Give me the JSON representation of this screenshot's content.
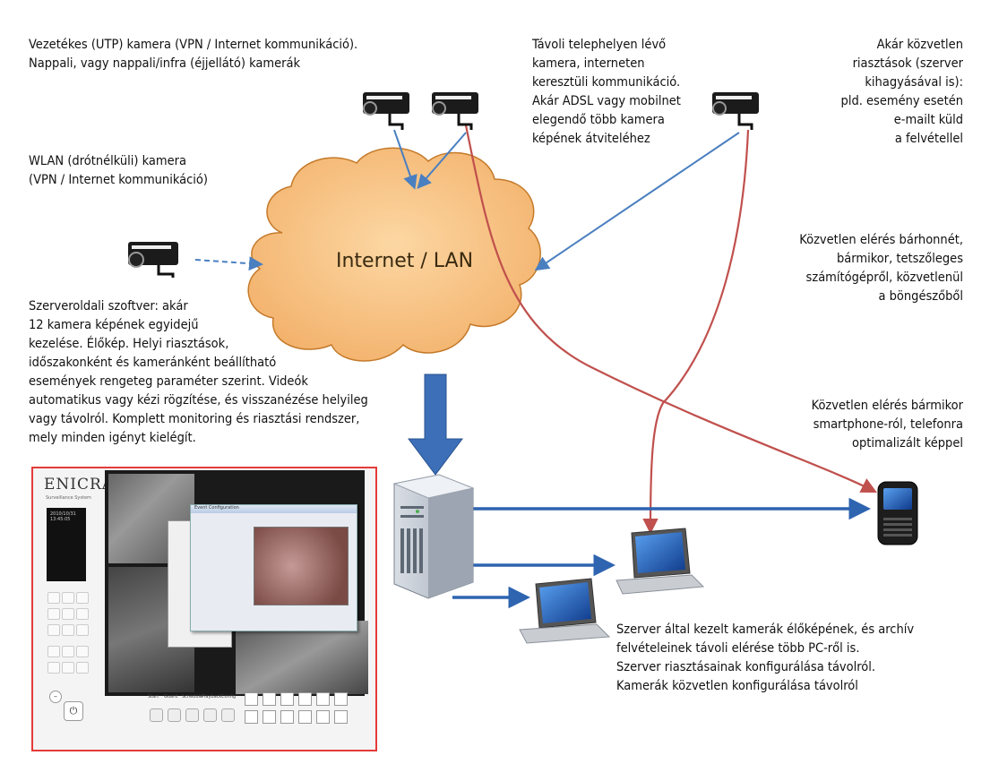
{
  "cloud_label": "Internet / LAN",
  "texts": {
    "wired_camera": [
      "Vezetékes (UTP) kamera (VPN / Internet kommunikáció).",
      "Nappali, vagy nappali/infra (éjjellátó) kamerák"
    ],
    "wlan_camera": [
      "WLAN (drótnélküli) kamera",
      "(VPN / Internet kommunikáció)"
    ],
    "remote_site": [
      "Távoli telephelyen lévő",
      "kamera, interneten",
      "keresztüli kommunikáció.",
      "Akár ADSL vagy mobilnet",
      "elegendő több kamera",
      "képének átviteléhez"
    ],
    "direct_alarm": [
      "Akár közvetlen",
      "riasztások (szerver",
      "kihagyásával is):",
      "pld. esemény esetén",
      "e-mailt küld",
      "a felvétellel"
    ],
    "direct_access": [
      "Közvetlen elérés bárhonnét,",
      "bármikor, tetszőleges",
      "számítógépről, közvetlenül",
      "a böngészőből"
    ],
    "server_software": [
      "Szerveroldali szoftver: akár",
      "12 kamera képének egyidejű",
      "kezelése. Élőkép. Helyi riasztások,",
      "időszakonként és kameránként beállítható",
      "események rengeteg paraméter szerint. Videók",
      "automatikus vagy kézi rögzítése, és visszanézése helyileg",
      "vagy távolról. Komplett monitoring és riasztási rendszer,",
      "mely minden igényt kielégít."
    ],
    "smartphone_access": [
      "Közvetlen elérés bármikor",
      "smartphone-ról, telefonra",
      "optimalizált képpel"
    ],
    "server_pc_access": [
      "Szerver által kezelt kamerák élőképének, és archív",
      "felvételeinek távoli elérése több PC-ről is.",
      "Szerver riasztásainak konfigurálása távolról.",
      "Kamerák közvetlen konfigurálása távolról"
    ]
  },
  "software": {
    "brand": "ENICRA",
    "subtitle": "Surveillance System",
    "clock": [
      "2010/10/31",
      "13:45:05"
    ],
    "dialog_title": "Event Configuration",
    "buttons": [
      "Start",
      "Guard",
      "Schedule",
      "Playback",
      "Config"
    ]
  },
  "colors": {
    "blue_line": "#4a7fc0",
    "red_line": "#c0504d",
    "cloud_fill": "#f8c383",
    "cloud_stroke": "#c47a2a",
    "big_arrow": "#3c6fb7",
    "screenshot_border": "#e53a3a"
  }
}
